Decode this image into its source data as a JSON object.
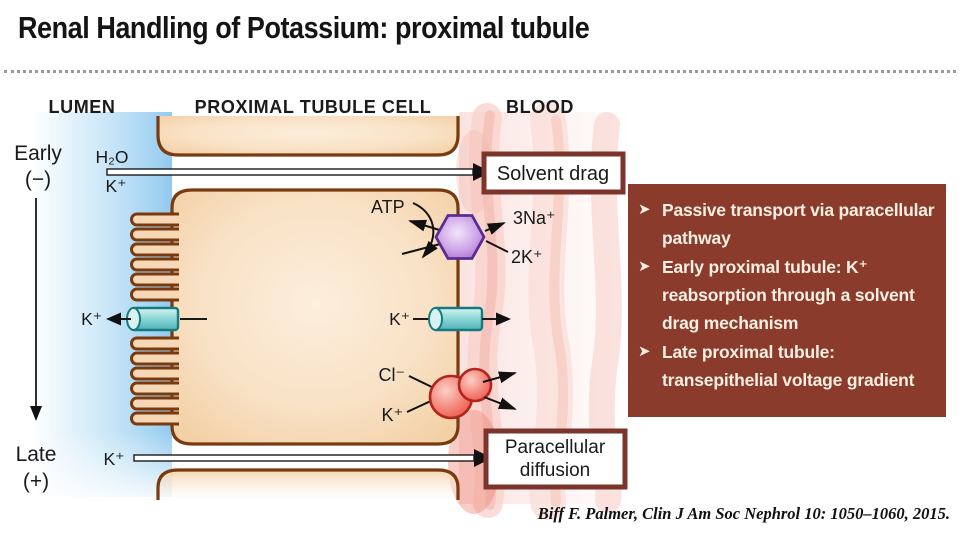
{
  "title": "Renal Handling of Potassium: proximal tubule",
  "headers": {
    "lumen": "LUMEN",
    "cell": "PROXIMAL TUBULE CELL",
    "blood": "BLOOD"
  },
  "colors": {
    "lumen_label": "#3D9AD1",
    "cell_label": "#A0491B",
    "blood_label": "#9B2226",
    "membrane": "#7A3A10",
    "panel_bg": "#8A3B2B",
    "box_border": "#7B352C",
    "pump_purple": "#A96FD0",
    "channel_teal": "#8FD8D6",
    "transporter_red": "#EA5648"
  },
  "diagram": {
    "early": "Early",
    "early_sign": "(−)",
    "late": "Late",
    "late_sign": "(+)",
    "h2o": "H₂O",
    "k_top": "K⁺",
    "k_apical": "K⁺",
    "k_bottom": "K⁺",
    "atp": "ATP",
    "na3": "3Na⁺",
    "k2": "2K⁺",
    "k_baso": "K⁺",
    "cl": "Cl⁻",
    "k_kcc": "K⁺",
    "solvent_drag": "Solvent drag",
    "paracellular_line1": "Paracellular",
    "paracellular_line2": "diffusion"
  },
  "panel": {
    "bullet": "➤",
    "items": [
      "Passive transport via paracellular pathway",
      "Early proximal tubule: K⁺ reabsorption through a solvent drag mechanism",
      "Late proximal tubule: transepithelial voltage gradient"
    ]
  },
  "citation": "Biff F. Palmer, Clin J Am Soc Nephrol 10: 1050–1060, 2015."
}
